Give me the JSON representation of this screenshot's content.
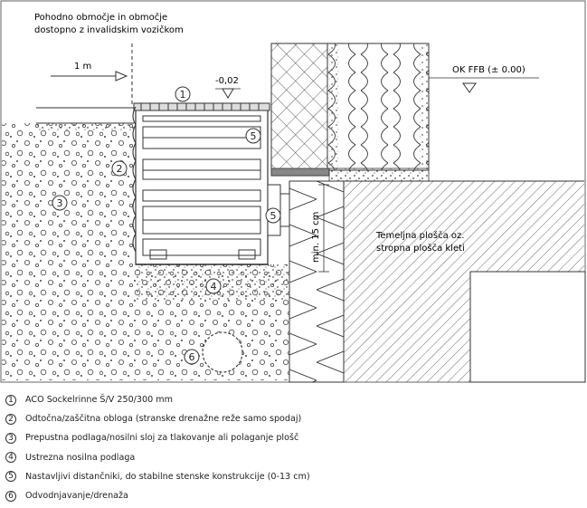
{
  "zone_label": [
    "Pohodno območje in območje",
    "dostopno z invalidskim vozičkom"
  ],
  "dim_1m": "1 m",
  "level_low": "-0,02",
  "level_ok": "OK FFB (± 0.00)",
  "dim_min15": "min. 15 cm",
  "slab_label": [
    "Temeljna plošča oz.",
    "stropna plošča kleti"
  ],
  "markers": [
    "1",
    "2",
    "3",
    "4",
    "5",
    "5",
    "6"
  ],
  "legend": [
    {
      "num": "1",
      "text": "ACO Sockelrinne Š/V 250/300 mm"
    },
    {
      "num": "2",
      "text": "Odtočna/zaščitna obloga (stranske drenažne reže samo spodaj)"
    },
    {
      "num": "3",
      "text": "Prepustna podlaga/nosilni sloj za tlakovanje ali polaganje plošč"
    },
    {
      "num": "4",
      "text": "Ustrezna nosilna podlaga"
    },
    {
      "num": "5",
      "text": "Nastavljivi distančniki, do stabilne stenske konstrukcije (0-13 cm)"
    },
    {
      "num": "6",
      "text": "Odvodnjavanje/drenaža"
    }
  ]
}
